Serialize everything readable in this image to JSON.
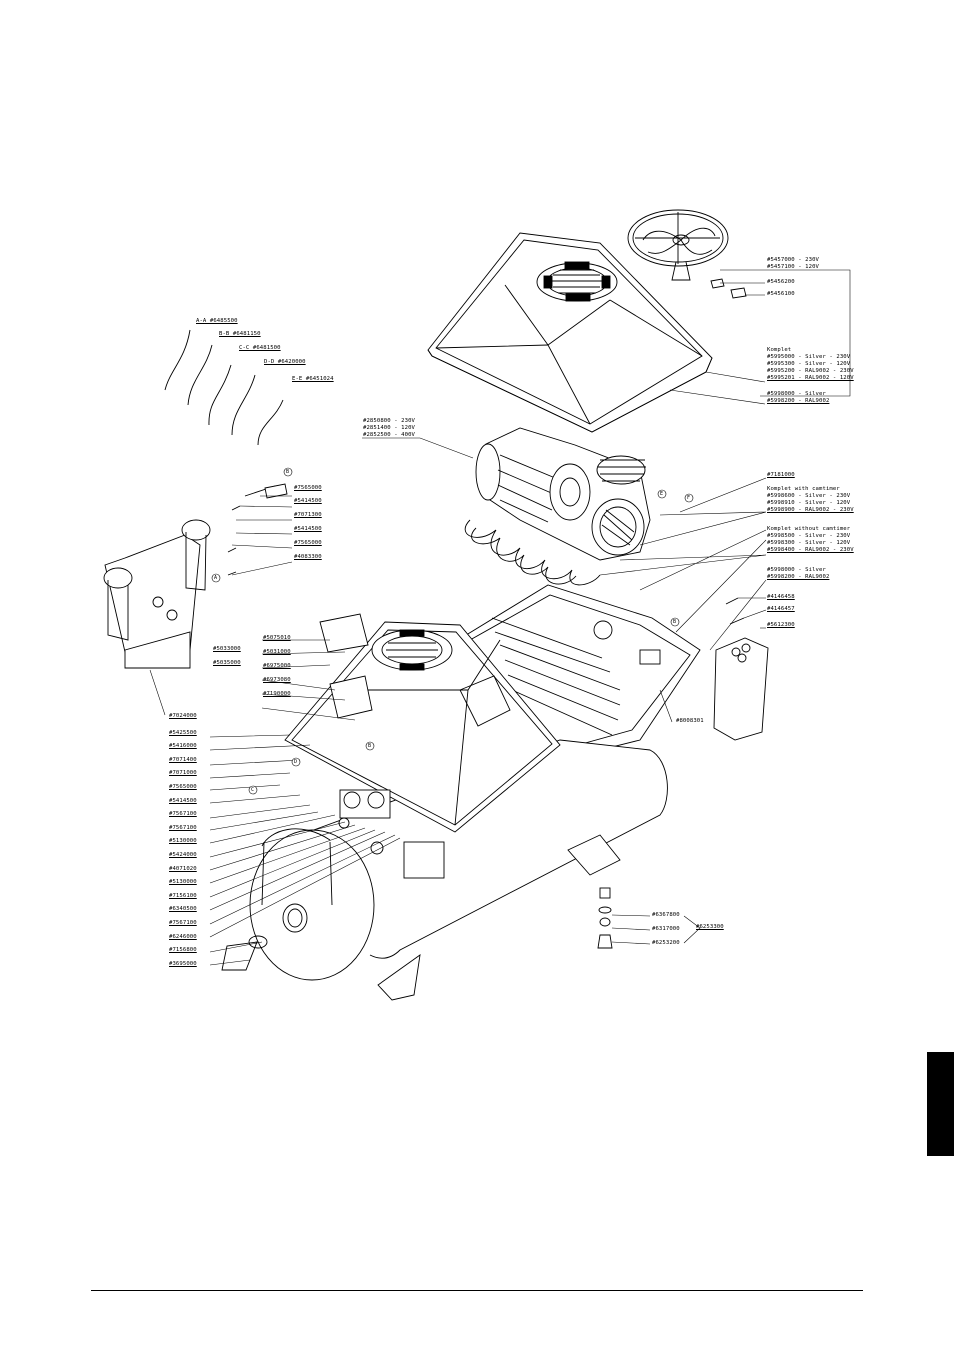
{
  "fan_labels": [
    "#5457000 - 230V",
    "#5457100 - 120V"
  ],
  "relay_1": "#5456200",
  "relay_2": "#5456100",
  "cover_komplet": [
    "Komplet",
    "#5995000 - Silver - 230V",
    "#5995300 - Silver - 120V",
    "#5995200 - RAL9002 - 230V",
    "#5995201 - RAL9002 - 120V"
  ],
  "cover_lid": [
    "#5998000 - Silver",
    "#5998200 - RAL9002"
  ],
  "motor_labels": [
    "#2850800 - 230V",
    "#2851400 - 120V",
    "#2852500 - 400V"
  ],
  "right_7181000": "#7181000",
  "camtimer_with": [
    "Komplet with camtimer",
    "#5998600 - Silver - 230V",
    "#5998910 - Silver - 120V",
    "#5998900 - RAL9002 - 230V"
  ],
  "camtimer_without": [
    "Komplet without camtimer",
    "#5998500 - Silver - 230V",
    "#5998300 - Silver - 120V",
    "#5998400 - RAL9002 - 230V"
  ],
  "base_labels": [
    "#5998000 - Silver",
    "#5998200 - RAL9002"
  ],
  "right_4146458": "#4146458",
  "right_4146457": "#4146457",
  "right_5612300": "#5612300",
  "right_8008301": "#8008301",
  "hoses": [
    "A-A #6485500",
    "B-B #6481150",
    "C-C #6481500",
    "D-D #6420000",
    "E-E #6451024"
  ],
  "filter_labels": [
    "#7565000",
    "#5414500",
    "#7071300",
    "#5414500",
    "#7565000",
    "#4083300"
  ],
  "filter_bottom": "#7024000",
  "left_labels": [
    "#5425500",
    "#5416000",
    "#7071400",
    "#7071000",
    "#7565000",
    "#5414500",
    "#7567100",
    "#7567100",
    "#5130000",
    "#5424000",
    "#4071020",
    "#5130000",
    "#7156100",
    "#6340500",
    "#7567100",
    "#6246000",
    "#7156800",
    "#3695000"
  ],
  "center_labels": [
    "#5075010",
    "#5033000",
    "#5031000",
    "#5035000",
    "#6975000",
    "#6973080",
    "#7190000"
  ],
  "feet_labels": [
    "#6367800",
    "#6317000",
    "#6253200",
    "#6253300"
  ],
  "circle_letters": [
    "A",
    "B",
    "C",
    "D",
    "E",
    "F"
  ]
}
